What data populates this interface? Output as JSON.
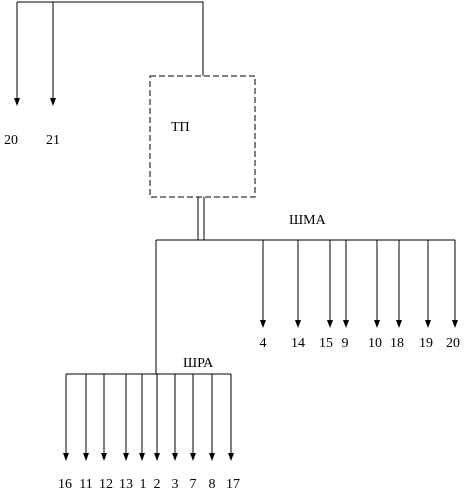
{
  "diagram": {
    "substation_label": "ТП",
    "upper_feeder": {
      "outputs": [
        "20",
        "21"
      ]
    },
    "busbar_main": {
      "label": "ШМА",
      "outputs": [
        "4",
        "14",
        "15",
        "9",
        "10",
        "18",
        "19",
        "20"
      ]
    },
    "busbar_distribution": {
      "label": "ШРА",
      "outputs": [
        "16",
        "11",
        "12",
        "13",
        "1",
        "2",
        "3",
        "7",
        "8",
        "17"
      ]
    }
  },
  "colors": {
    "line": "#000000",
    "background": "#ffffff"
  }
}
